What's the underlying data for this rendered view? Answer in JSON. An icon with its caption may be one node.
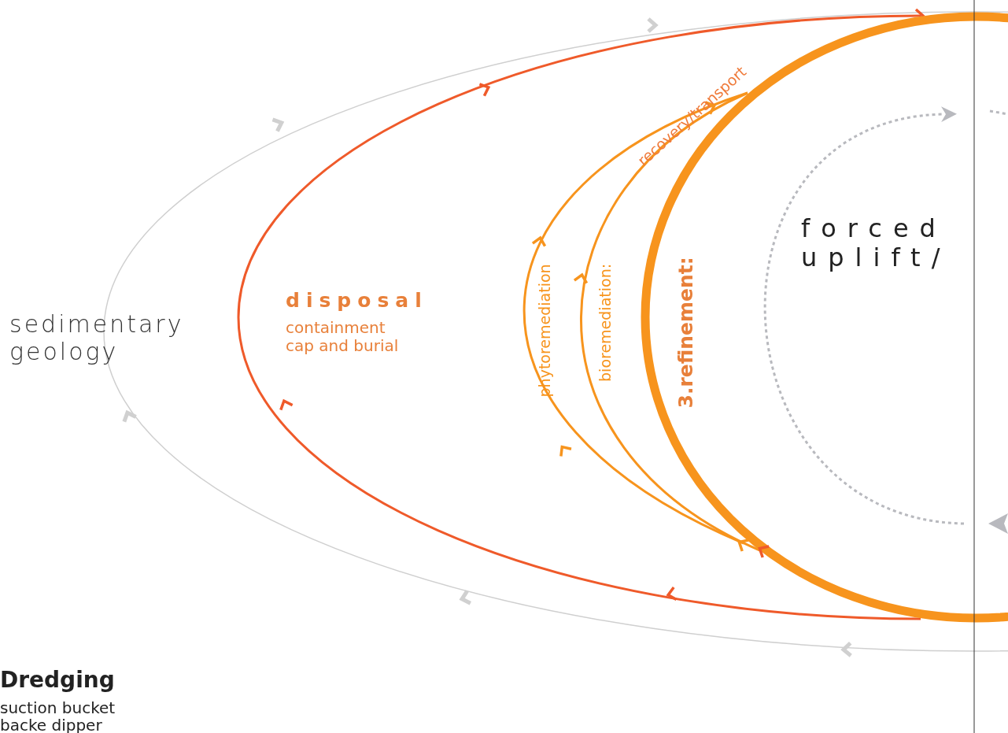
{
  "diagram": {
    "labels": [
      "recovery/transport",
      "forced uplift/",
      "sedimentary geology",
      "disposal",
      "containment cap and burial",
      "phytoremediation",
      "bioremediation:",
      "3.refinement:",
      "Dredging",
      "suction bucket",
      "backe dipper"
    ]
  }
}
